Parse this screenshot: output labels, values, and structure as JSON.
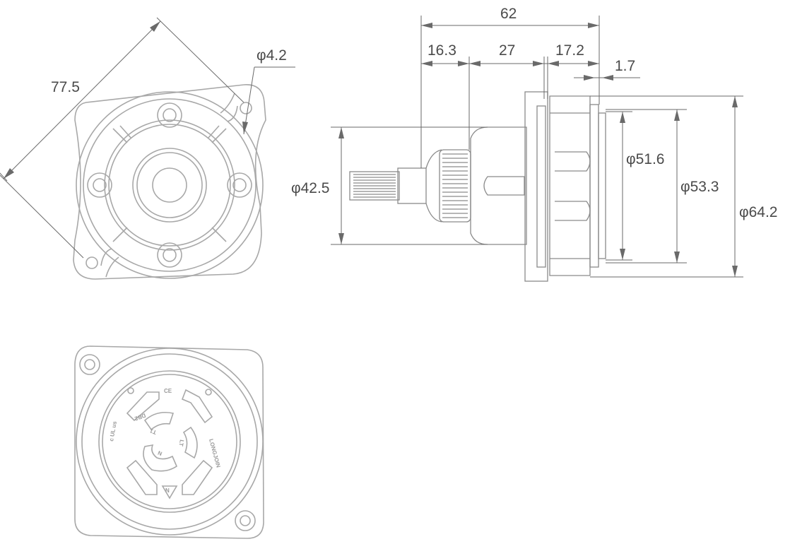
{
  "dimensions": {
    "diag_width": "77.5",
    "hole_dia": "φ4.2",
    "overall_length": "62",
    "seg1": "16.3",
    "seg2": "27",
    "seg3": "17.2",
    "flange_thk": "1.7",
    "shaft_dia": "φ42.5",
    "dia_inner": "φ51.6",
    "dia_mid": "φ53.3",
    "dia_outer": "φ64.2"
  },
  "face_markings": {
    "brand": "LONGJOIN",
    "ul_mark": "c UL us",
    "ce_mark": "CE",
    "t1": "T1",
    "t2": "DB2",
    "t3": "LT",
    "n": "N",
    "north": "N"
  }
}
